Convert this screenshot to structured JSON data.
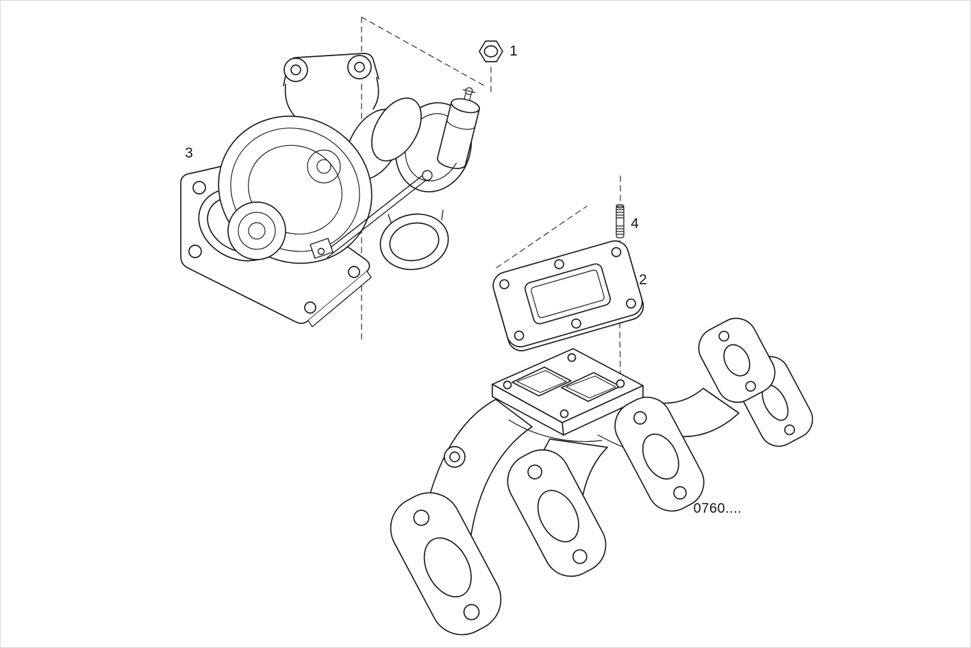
{
  "canvas": {
    "background": "#ffffff",
    "line_color": "#1b1b1b",
    "guide_line_color": "#3a3a3a"
  },
  "callouts": [
    {
      "label": "1",
      "part": "hex-nut"
    },
    {
      "label": "2",
      "part": "gasket"
    },
    {
      "label": "3",
      "part": "turbocharger"
    },
    {
      "label": "4",
      "part": "stud"
    }
  ],
  "reference": {
    "code": "0760...."
  }
}
